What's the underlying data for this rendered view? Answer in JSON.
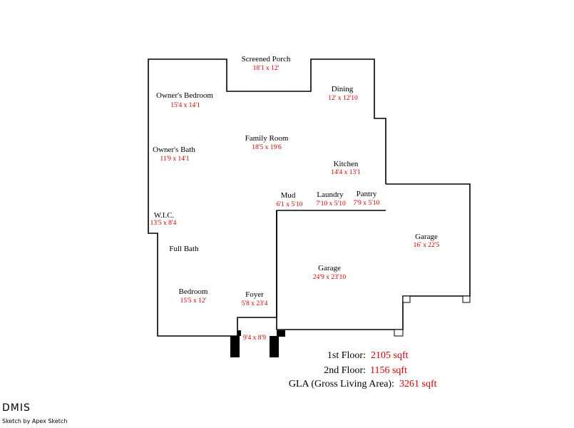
{
  "rooms": {
    "screened_porch": {
      "name": "Screened Porch",
      "dim": "18'1 x 12'"
    },
    "owners_bedroom": {
      "name": "Owner's Bedroom",
      "dim": "15'4 x 14'1"
    },
    "dining": {
      "name": "Dining",
      "dim": "12' x 12'10"
    },
    "family_room": {
      "name": "Family Room",
      "dim": "18'5 x 19'6"
    },
    "owners_bath": {
      "name": "Owner's Bath",
      "dim": "11'9 x 14'1"
    },
    "kitchen": {
      "name": "Kitchen",
      "dim": "14'4 x 13'1"
    },
    "mud": {
      "name": "Mud",
      "dim": "6'1 x 5'10"
    },
    "laundry": {
      "name": "Laundry",
      "dim": "7'10 x 5'10"
    },
    "pantry": {
      "name": "Pantry",
      "dim": "7'9 x 5'10"
    },
    "wic": {
      "name": "W.I.C.",
      "dim": "13'5 x 8'4"
    },
    "garage_right": {
      "name": "Garage",
      "dim": "16' x 22'5"
    },
    "full_bath": {
      "name": "Full Bath"
    },
    "garage_main": {
      "name": "Garage",
      "dim": "24'9 x 23'10"
    },
    "bedroom": {
      "name": "Bedroom",
      "dim": "15'5 x 12'"
    },
    "foyer": {
      "name": "Foyer",
      "dim": "5'8 x 23'4"
    },
    "entry": {
      "dim": "9'4 x 8'9"
    }
  },
  "summary": {
    "first_floor": {
      "label": "1st Floor:",
      "value": "2105 sqft"
    },
    "second_floor": {
      "label": "2nd Floor:",
      "value": "1156 sqft"
    },
    "gla": {
      "label": "GLA (Gross Living Area):",
      "value": "3261 sqft"
    }
  },
  "footer": {
    "logo": "DMIS",
    "credit": "Sketch by Apex Sketch"
  },
  "colors": {
    "dimension_text": "#cc0000",
    "walls": "#000000"
  }
}
